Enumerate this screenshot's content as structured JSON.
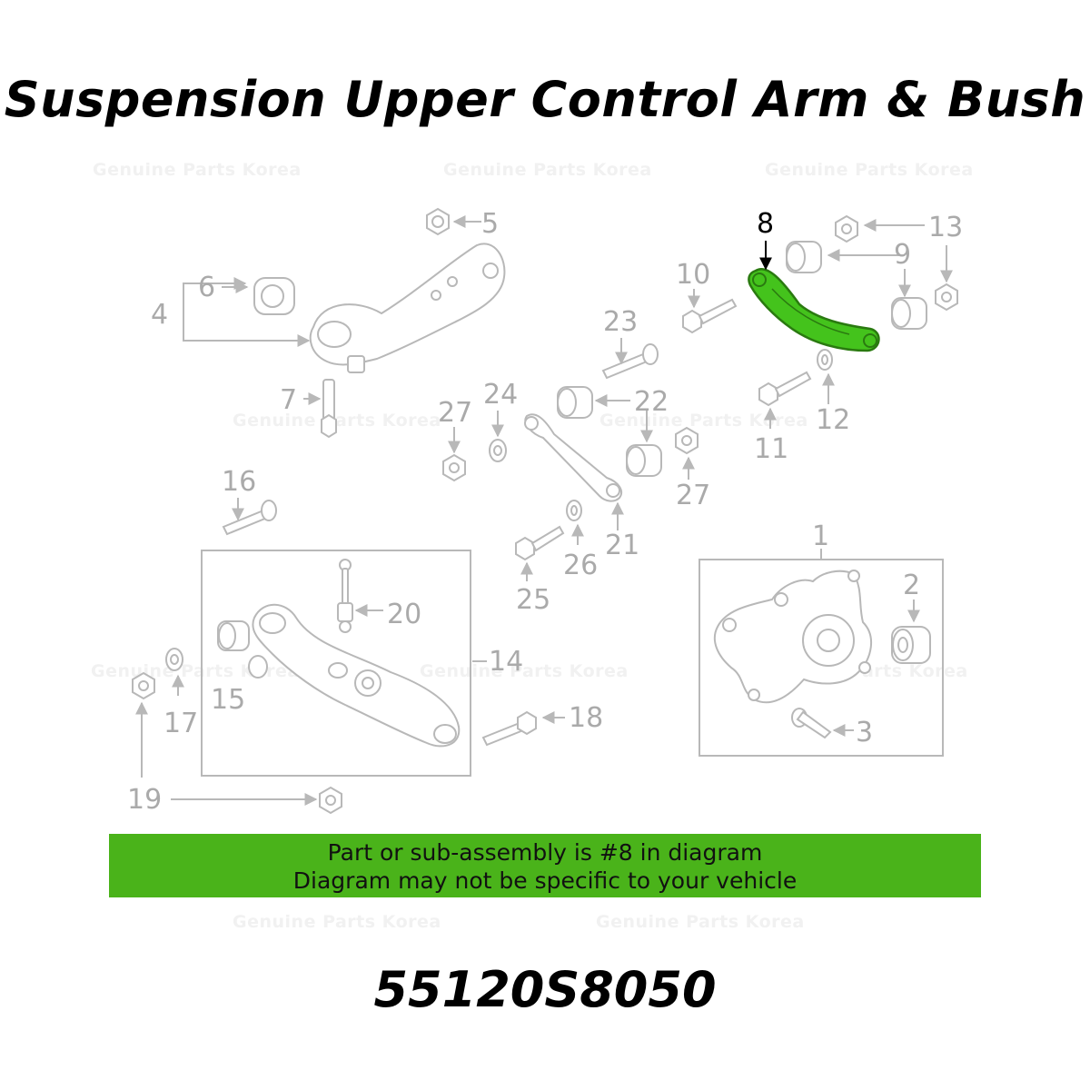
{
  "title": "Suspension Upper Control Arm & Bush",
  "watermark": "Genuine Parts Korea",
  "highlight_color": "#4ab31a",
  "callouts": [
    "1",
    "2",
    "3",
    "4",
    "5",
    "6",
    "7",
    "8",
    "9",
    "10",
    "11",
    "12",
    "13",
    "14",
    "15",
    "16",
    "17",
    "18",
    "19",
    "20",
    "21",
    "22",
    "23",
    "24",
    "25",
    "26",
    "27",
    "27"
  ],
  "banner": {
    "line1": "Part or sub-assembly is #8 in diagram",
    "line2": "Diagram may not be specific to your vehicle"
  },
  "part_number": "55120S8050"
}
